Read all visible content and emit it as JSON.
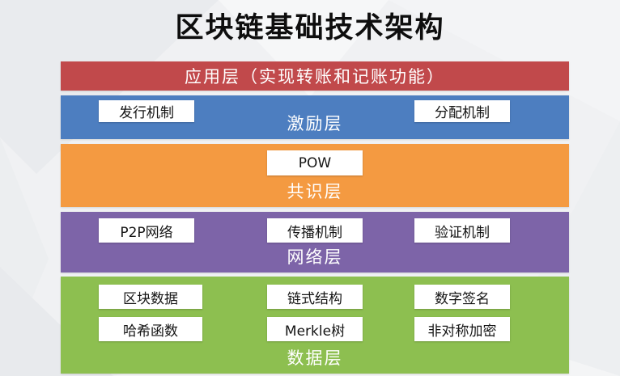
{
  "title": "区块链基础技术架构",
  "background_color": "#f0f1f3",
  "layers": [
    {
      "name": "application-layer",
      "label": "应用层（实现转账和记账功能）",
      "color": "#c1494b",
      "boxes": []
    },
    {
      "name": "incentive-layer",
      "label": "激励层",
      "color": "#4d7ec0",
      "boxes": [
        "发行机制",
        "分配机制"
      ]
    },
    {
      "name": "consensus-layer",
      "label": "共识层",
      "color": "#f49a41",
      "boxes": [
        "POW"
      ]
    },
    {
      "name": "network-layer",
      "label": "网络层",
      "color": "#7d64a8",
      "boxes": [
        "P2P网络",
        "传播机制",
        "验证机制"
      ]
    },
    {
      "name": "data-layer",
      "label": "数据层",
      "color": "#8dbf50",
      "rows": [
        [
          "区块数据",
          "链式结构",
          "数字签名"
        ],
        [
          "哈希函数",
          "Merkle树",
          "非对称加密"
        ]
      ]
    }
  ]
}
